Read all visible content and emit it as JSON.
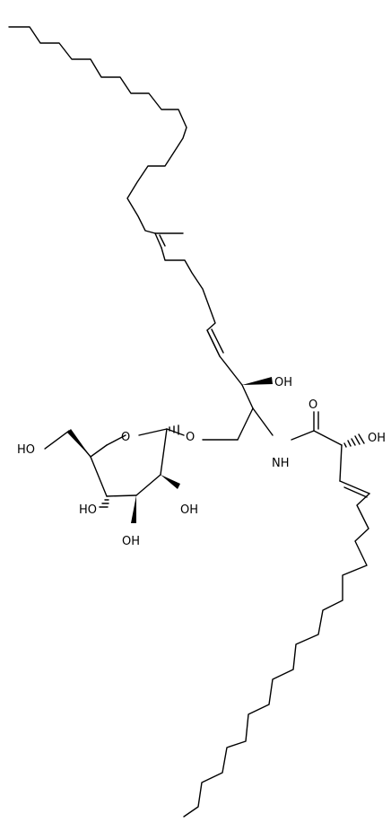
{
  "labels": {
    "ho_ch2": "HO",
    "ring_o": "O",
    "glyco_o": "O",
    "ho_c4": "HO",
    "ho_c2": "OH",
    "ho_c3": "OH",
    "sph_oh": "OH",
    "nh": "NH",
    "carbonyl_o": "O",
    "alpha_oh": "OH"
  }
}
